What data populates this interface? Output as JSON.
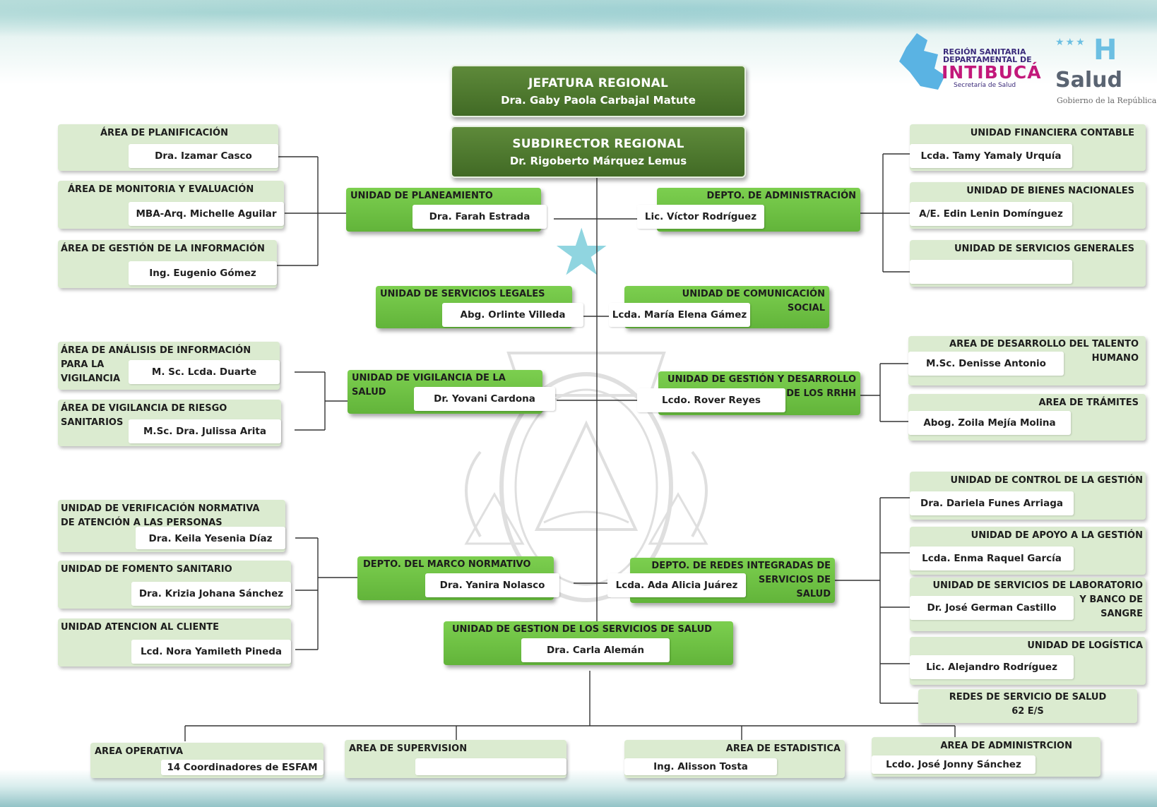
{
  "top": {
    "jefatura": {
      "title": "JEFATURA REGIONAL",
      "name": "Dra. Gaby Paola Carbajal Matute"
    },
    "subdirector": {
      "title": "SUBDIRECTOR REGIONAL",
      "name": "Dr. Rigoberto Márquez Lemus"
    }
  },
  "logos": {
    "region_line1": "REGIÓN SANITARIA",
    "region_line2": "DEPARTAMENTAL DE",
    "region_word": "INTIBUCÁ",
    "region_sub": "Secretaría de Salud",
    "salud_mark": "H",
    "salud_word": "Salud",
    "gobierno": "Gobierno de la República"
  },
  "center": {
    "planeamiento": {
      "label": "UNIDAD DE PLANEAMIENTO",
      "name": "Dra. Farah Estrada"
    },
    "administracion": {
      "label": "DEPTO. DE ADMINISTRACIÓN",
      "name": "Lic. Víctor Rodríguez"
    },
    "legales": {
      "label": "UNIDAD DE SERVICIOS LEGALES",
      "name": "Abg. Orlinte Villeda"
    },
    "comunicacion": {
      "label1": "UNIDAD DE COMUNICACIÓN",
      "label2": "SOCIAL",
      "name": "Lcda. María Elena Gámez"
    },
    "vigilancia": {
      "label1": "UNIDAD DE VIGILANCIA DE LA",
      "label2": "SALUD",
      "name": "Dr. Yovani Cardona"
    },
    "rrhh": {
      "label1": "UNIDAD DE GESTIÓN Y DESARROLLO",
      "label2": "DE LOS RRHH",
      "name": "Lcdo. Rover Reyes"
    },
    "marco": {
      "label": "DEPTO. DEL MARCO NORMATIVO",
      "name": "Dra. Yanira Nolasco"
    },
    "redes": {
      "label1": "DEPTO. DE REDES INTEGRADAS DE",
      "label2": "SERVICIOS DE",
      "label3": "SALUD",
      "name": "Lcda. Ada Alicia Juárez"
    },
    "gestion": {
      "label": "UNIDAD DE GESTION DE LOS SERVICIOS DE SALUD",
      "name": "Dra. Carla Alemán"
    }
  },
  "left": {
    "planificacion": {
      "label": "ÁREA DE PLANIFICACIÓN",
      "name": "Dra. Izamar Casco"
    },
    "monitoria": {
      "label": "ÁREA DE MONITORIA Y EVALUACIÓN",
      "name": "MBA-Arq. Michelle Aguilar"
    },
    "informacion": {
      "label": "ÁREA DE GESTIÓN DE LA INFORMACIÓN",
      "name": "Ing. Eugenio Gómez"
    },
    "analisis": {
      "label1": "ÁREA DE ANÁLISIS DE INFORMACIÓN",
      "label2": "PARA LA",
      "label3": "VIGILANCIA",
      "name": "M. Sc. Lcda. Duarte"
    },
    "riesgo": {
      "label1": "ÁREA DE VIGILANCIA DE RIESGO",
      "label2": "SANITARIOS",
      "name": "M.Sc. Dra. Julissa Arita"
    },
    "verificacion": {
      "label1": "UNIDAD DE VERIFICACIÓN NORMATIVA",
      "label2": "DE ATENCIÓN A LAS PERSONAS",
      "name": "Dra. Keila Yesenia Díaz"
    },
    "fomento": {
      "label": "UNIDAD DE FOMENTO SANITARIO",
      "name": "Dra. Krizia Johana Sánchez"
    },
    "cliente": {
      "label": "UNIDAD ATENCION AL CLIENTE",
      "name": "Lcd. Nora Yamileth Pineda"
    }
  },
  "right": {
    "financiera": {
      "label": "UNIDAD FINANCIERA CONTABLE",
      "name": "Lcda. Tamy Yamaly Urquía"
    },
    "bienes": {
      "label": "UNIDAD DE BIENES NACIONALES",
      "name": "A/E. Edin Lenin Domínguez"
    },
    "generales": {
      "label": "UNIDAD DE SERVICIOS GENERALES",
      "name": ""
    },
    "talento": {
      "label1": "AREA DE DESARROLLO DEL TALENTO",
      "label2": "HUMANO",
      "name": "M.Sc. Denisse Antonio"
    },
    "tramites": {
      "label": "AREA DE TRÁMITES",
      "name": "Abog. Zoila Mejía Molina"
    },
    "control": {
      "label": "UNIDAD DE CONTROL DE LA GESTIÓN",
      "name": "Dra. Dariela Funes Arriaga"
    },
    "apoyo": {
      "label": "UNIDAD DE APOYO A LA GESTIÓN",
      "name": "Lcda. Enma Raquel García"
    },
    "laboratorio": {
      "label1": "UNIDAD DE SERVICIOS DE LABORATORIO",
      "label2": "Y BANCO DE",
      "label3": "SANGRE",
      "name": "Dr. José German Castillo"
    },
    "logistica": {
      "label": "UNIDAD DE LOGÍSTICA",
      "name": "Lic. Alejandro Rodríguez"
    },
    "redes_servicio": {
      "label1": "REDES DE SERVICIO DE SALUD",
      "label2": "62 E/S"
    }
  },
  "bottom": {
    "operativa": {
      "label": "AREA OPERATIVA",
      "name": "14 Coordinadores de ESFAM"
    },
    "supervision": {
      "label": "AREA DE SUPERVISION",
      "name": ""
    },
    "estadistica": {
      "label": "AREA DE ESTADISTICA",
      "name": "Ing. Alisson Tosta"
    },
    "administracion": {
      "label": "AREA DE ADMINISTRCION",
      "name": "Lcdo. José Jonny Sánchez"
    }
  }
}
